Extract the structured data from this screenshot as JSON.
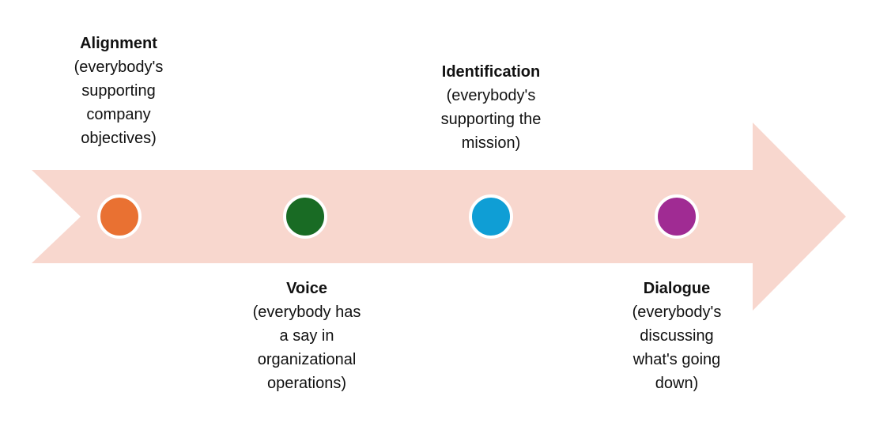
{
  "diagram": {
    "arrow_color": "#F8D7CE",
    "dot_border_color": "#FFFFFF",
    "text_color": "#111111",
    "stages": [
      {
        "name": "Alignment",
        "description": "(everybody's supporting company objectives)",
        "lines": [
          "(everybody's",
          "supporting",
          "company",
          "objectives)"
        ],
        "dot_color": "#E97132",
        "label_position": "above"
      },
      {
        "name": "Voice",
        "description": "(everybody has a say in organizational operations)",
        "lines": [
          "(everybody has",
          "a say in",
          "organizational",
          "operations)"
        ],
        "dot_color": "#196B24",
        "label_position": "below"
      },
      {
        "name": "Identification",
        "description": "(everybody's supporting the mission)",
        "lines": [
          "(everybody's",
          "supporting the",
          "mission)"
        ],
        "dot_color": "#0F9ED5",
        "label_position": "above"
      },
      {
        "name": "Dialogue",
        "description": "(everybody's discussing what's going down)",
        "lines": [
          "(everybody's",
          "discussing",
          "what's going",
          "down)"
        ],
        "dot_color": "#A02B93",
        "label_position": "below"
      }
    ]
  }
}
